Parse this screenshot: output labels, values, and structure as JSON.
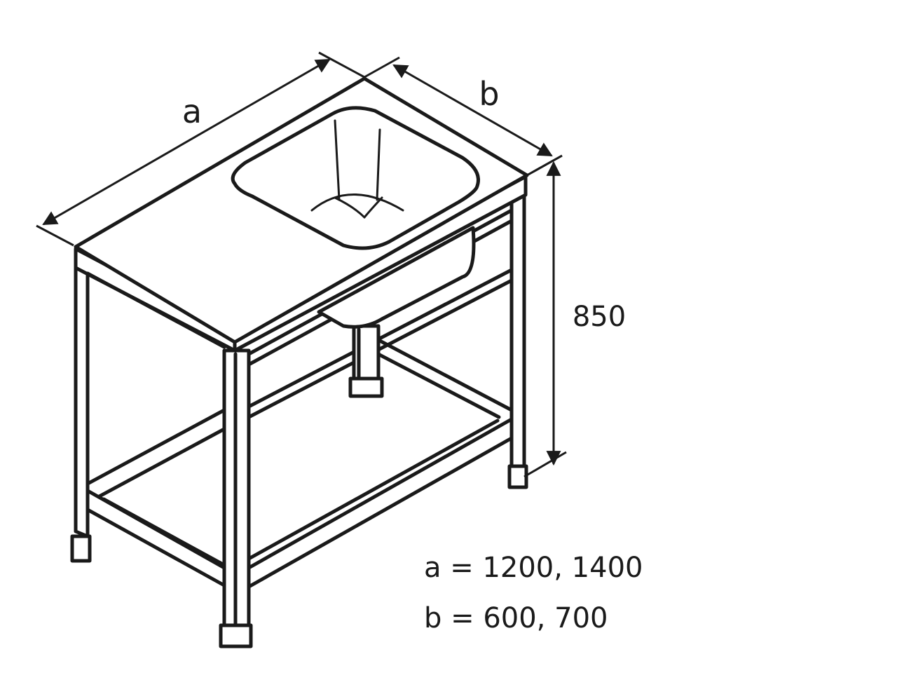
{
  "diagram": {
    "dimension_labels": {
      "length": "a",
      "depth": "b",
      "height": "850"
    },
    "specifications": [
      "a = 1200, 1400",
      "b = 600, 700"
    ],
    "colors": {
      "stroke": "#1a1a1a",
      "background": "#ffffff"
    }
  }
}
